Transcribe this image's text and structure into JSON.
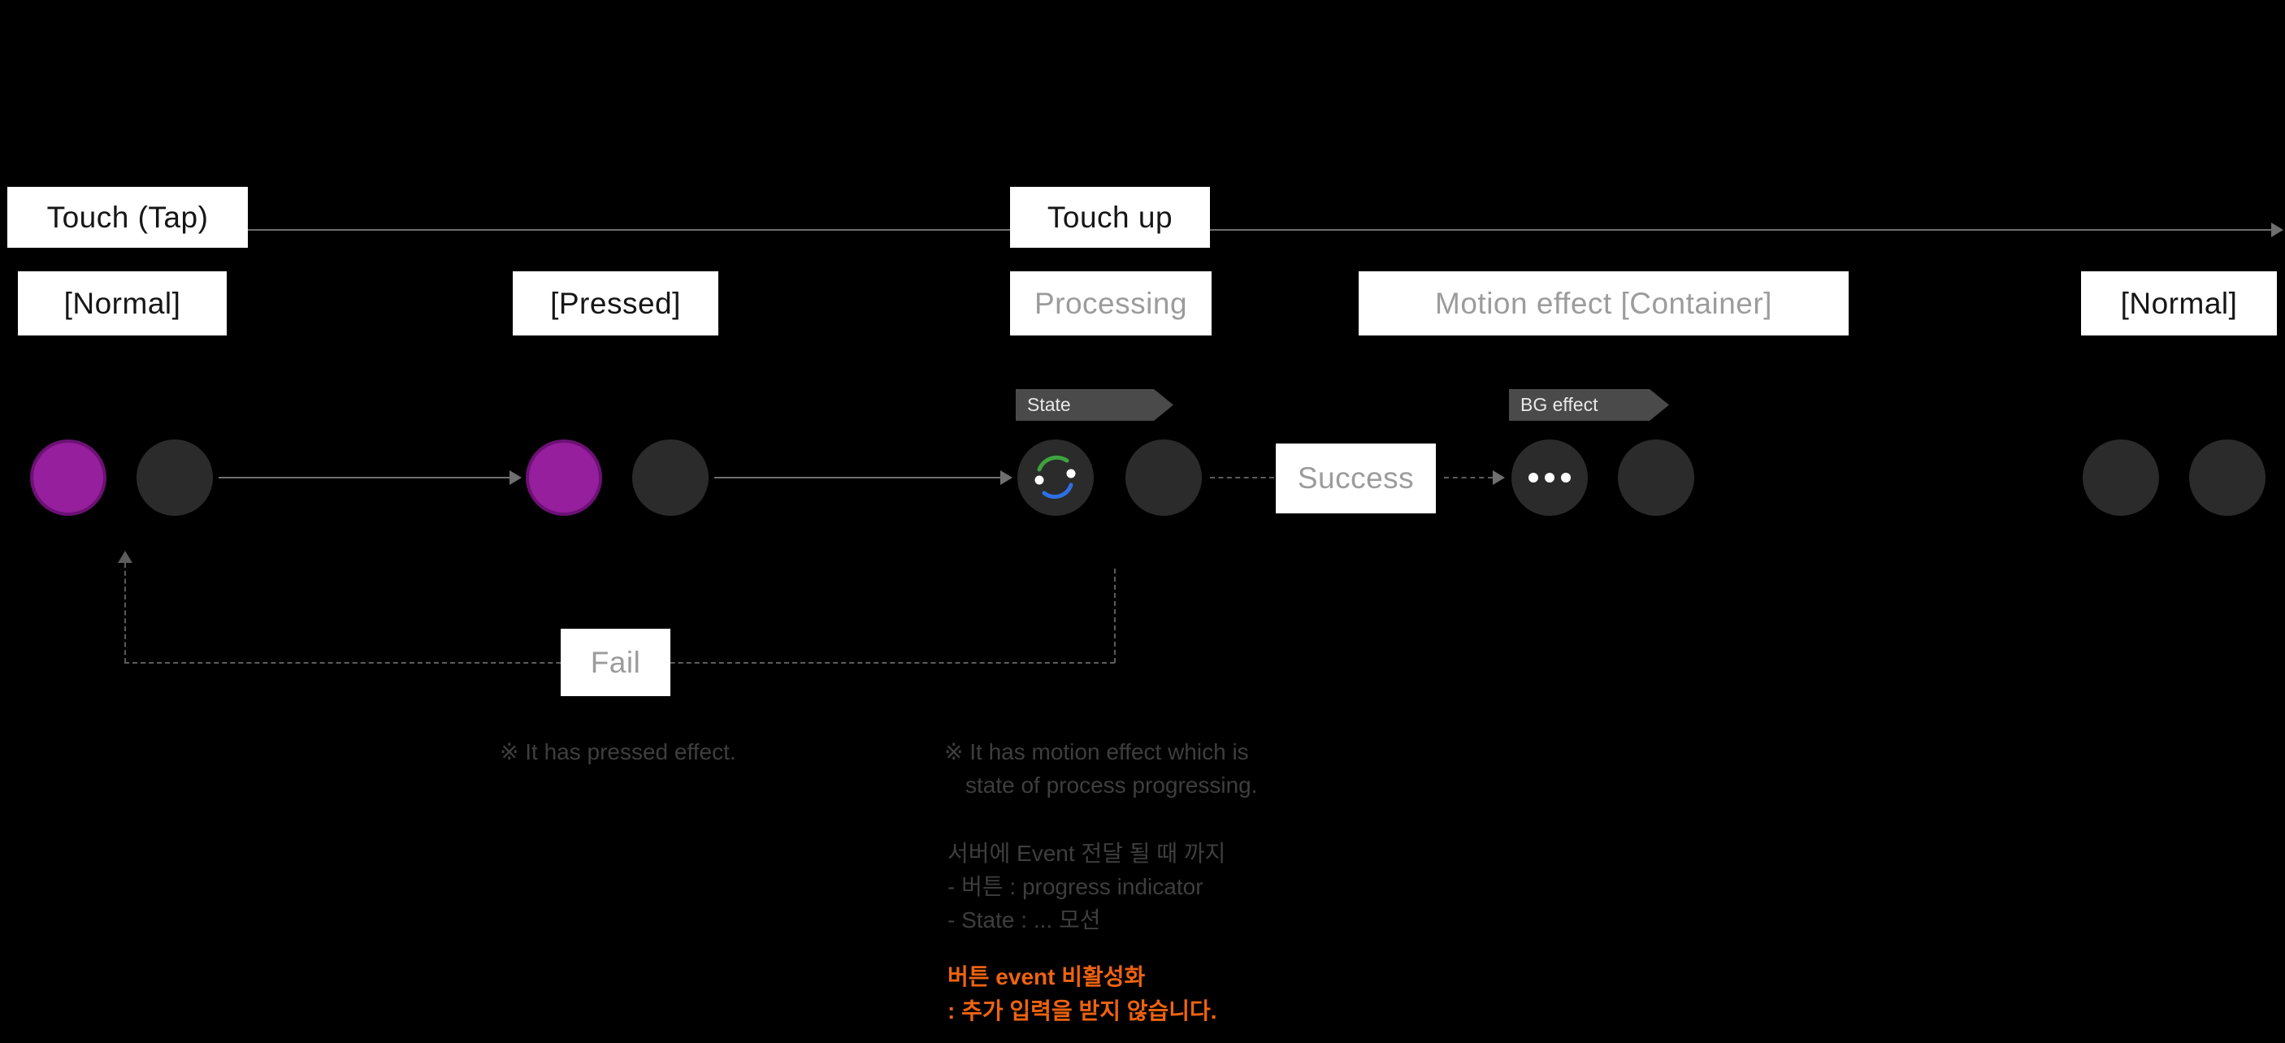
{
  "colors": {
    "background": "#000000",
    "box_bg": "#ffffff",
    "box_text": "#161616",
    "muted_text": "#9c9c9c",
    "line": "#6f6f6f",
    "dashed_line": "#5c5c5c",
    "tag_bg": "#4a4a4a",
    "button_purple": "#951f9c",
    "container_dark": "#2b2b2b",
    "warning_orange": "#ee6311",
    "note_text": "#3e3e3e",
    "spinner_green": "#3fa33f",
    "spinner_blue": "#2f6fe4"
  },
  "timeline": {
    "touch_tap_label": "Touch (Tap)",
    "touch_up_label": "Touch up"
  },
  "state_labels": {
    "normal_start": "[Normal]",
    "pressed": "[Pressed]",
    "processing": "Processing",
    "motion_effect": "Motion effect [Container]",
    "normal_end": "[Normal]"
  },
  "tags": {
    "state": "State",
    "bg_effect": "BG effect"
  },
  "flow": {
    "success_label": "Success",
    "fail_label": "Fail"
  },
  "notes": {
    "pressed_note": "※ It has pressed effect.",
    "motion_note_line1": "※ It has motion effect which is",
    "motion_note_line2": "state of process progressing.",
    "korean_note_line1": "서버에 Event 전달 될 때 까지",
    "korean_note_line2": "- 버튼 : progress indicator",
    "korean_note_line3": "- State : ... 모션",
    "warning_line1": "버튼 event 비활성화",
    "warning_line2": ": 추가 입력을 받지 않습니다."
  }
}
